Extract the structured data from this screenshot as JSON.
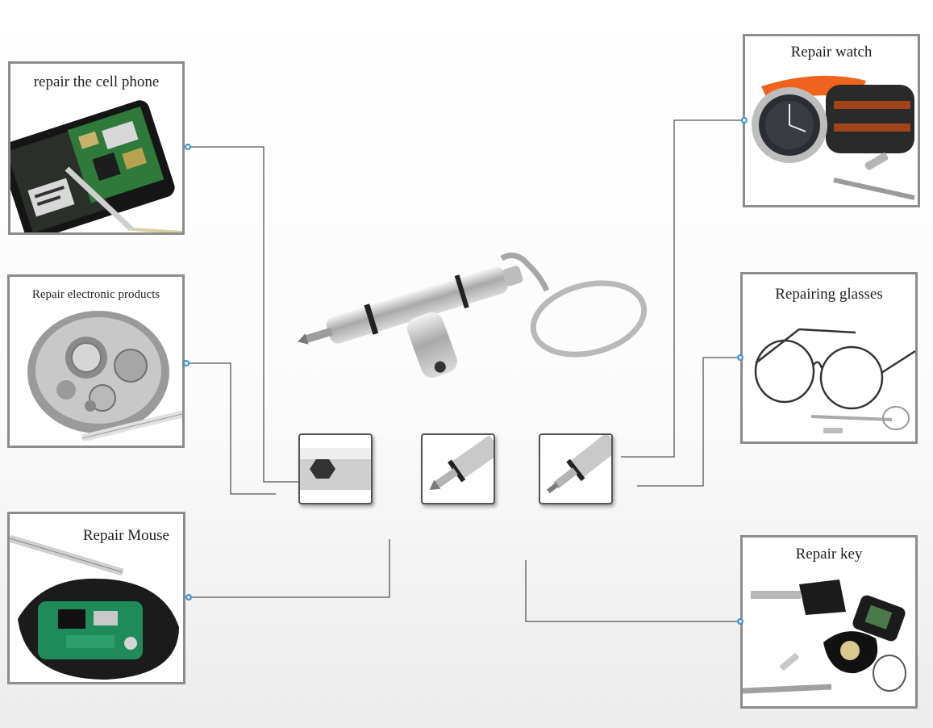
{
  "panels": {
    "cell_phone": "repair the cell phone",
    "electronics": "Repair electronic products",
    "mouse": "Repair Mouse",
    "watch": "Repair watch",
    "glasses": "Repairing glasses",
    "key": "Repair key"
  },
  "icons": [
    "phone-icon",
    "movement-icon",
    "mouse-icon",
    "watch-icon",
    "glasses-icon",
    "key-icon",
    "screwdriver-icon",
    "hex-tip-icon",
    "phillips-tip-icon",
    "flat-tip-icon"
  ],
  "colors": {
    "panel_border": "#8c8c8c",
    "wire": "#555555",
    "connector": "#3b8fd9"
  }
}
